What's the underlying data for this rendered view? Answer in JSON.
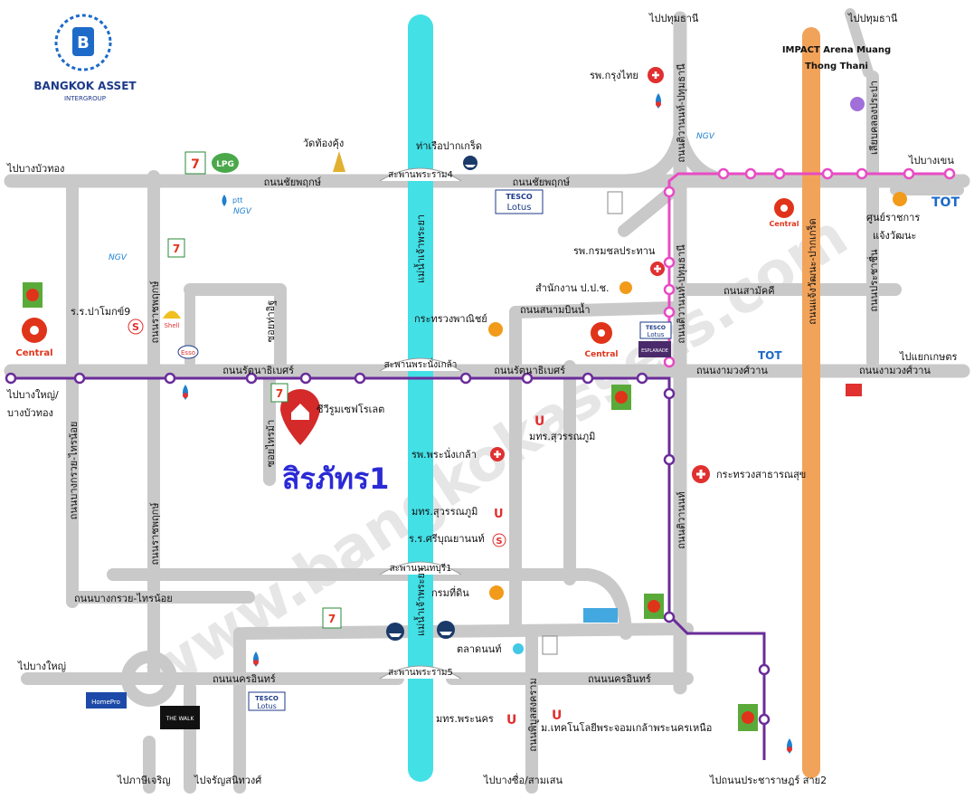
{
  "brand": {
    "name": "BANGKOK ASSET",
    "tagline": "INTERGROUP"
  },
  "project": {
    "name": "สิรภัทร1",
    "nearby_label": "ซีวีรูมเซฟโรเลต"
  },
  "watermark": "www.bangkokassets.com",
  "directions": {
    "top_pathum1": "ไปปทุมธานี",
    "top_pathum2": "ไปปทุมธานี",
    "bang_bua_thong_top": "ไปบางบัวทอง",
    "bang_khen": "ไปบางเขน",
    "yaek_kaset": "ไปแยกเกษตร",
    "bang_yai_1": "ไปบางใหญ่/",
    "bang_yai_2": "บางบัวทอง",
    "bang_yai_bottom": "ไปบางใหญ่",
    "phasi_charoen": "ไปภาษีเจริญ",
    "charan_sanit": "ไปจรัญสนิทวงศ์",
    "bang_sue": "ไปบางซื่อ/สามเสน",
    "pracharat": "ไปถนนประชาราษฎร์ สาย2"
  },
  "roads": {
    "chaiyaphruek_w": "ถนนชัยพฤกษ์",
    "chaiyaphruek_e": "ถนนชัยพฤกษ์",
    "rattanathibet_w": "ถนนรัตนาธิเบศร์",
    "rattanathibet_e": "ถนนรัตนาธิเบศร์",
    "ratchaphruek_n": "ถนนราชพฤกษ์",
    "ratchaphruek_s": "ถนนราชพฤกษ์",
    "soi_tha_it": "ซอยท่าอิฐ",
    "soi_sai_ma": "ซอยไทรม้า",
    "bang_kruai_sai_noi_v": "ถนนบางกรวย-ไทรน้อย",
    "bang_kruai_sai_noi_h": "ถนนบางกรวย-ไทรน้อย",
    "sanam_bin_nam": "ถนนสนามบินน้ำ",
    "ngam_wong_wan_w": "ถนนงามวงศ์วาน",
    "ngam_wong_wan_e": "ถนนงามวงศ์วาน",
    "samakkhi": "ถนนสามัคคี",
    "tiwanon": "ถนนติวานนท์",
    "tiwanon_pathum": "ถนนติวานนท์-ปทุมธานี",
    "lieng_khlong": "เลียบคลองประปา",
    "prachachuen": "ถนนประชาชื่น",
    "nakhon_in_w": "ถนนนครอินทร์",
    "nakhon_in_e": "ถนนนครอินทร์",
    "phibunsongkhram": "ถนนพิบูลสงคราม",
    "chaeng_watthana": "ถนนแจ้งวัฒนะ-ปากเกร็ด",
    "river_n": "แม่น้ำเจ้าพระยา",
    "river_s": "แม่น้ำเจ้าพระยา"
  },
  "bridges": {
    "rama4": "สะพานพระราม4",
    "phra_nang_klao": "สะพานพระนั่งเกล้า",
    "nonthaburi1": "สะพานนนทบุรี1",
    "rama5": "สะพานพระราม5"
  },
  "places": {
    "impact_1": "IMPACT Arena Muang",
    "impact_2": "Thong Thani",
    "krung_thai_hosp": "รพ.กรุงไทย",
    "wat_khong_khong": "วัดท้องคุ้ง",
    "pak_kret_pier": "ท่าเรือปากเกร็ด",
    "govt_center_1": "ศูนย์ราชการ",
    "govt_center_2": "แจ้งวัฒนะ",
    "irrigation_hosp": "รพ.กรมชลประทาน",
    "pwa_office": "สำนักงาน ป.ป.ช.",
    "commerce_ministry": "กระทรวงพาณิชย์",
    "paloo_school": "ร.ร.ปาโมกข์9",
    "suvarnabhumi_u1": "มทร.สุวรรณภูมิ",
    "phra_nang_klao_hosp": "รพ.พระนั่งเกล้า",
    "health_ministry": "กระทรวงสาธารณสุข",
    "suvarnabhumi_u2": "มทร.สุวรรณภูมิ",
    "siriboon_school": "ร.ร.ศรีบุณยานนท์",
    "land_dept": "กรมที่ดิน",
    "nonthaburi_market": "ตลาดนนท์",
    "rmutp": "มทร.พระนคร",
    "kmutnb": "ม.เทคโนโลยีพระจอมเกล้าพระนครเหนือ"
  },
  "brands": {
    "central": "Central",
    "tesco": "TESCO",
    "lotus": "Lotus",
    "tot": "TOT",
    "ptt": "ptt",
    "ngv": "NGV",
    "lpg": "LPG",
    "homepro": "HomePro",
    "the_walk": "THE WALK",
    "shell": "Shell",
    "esso": "Esso",
    "esplanade": "ESPLANADE"
  },
  "colors": {
    "road": "#c9c9c9",
    "river": "#43e0e6",
    "expressway": "#f2a35a",
    "purple_line": "#6a2c9a",
    "pink_line": "#e84bc4",
    "project": "#d42a2a"
  }
}
